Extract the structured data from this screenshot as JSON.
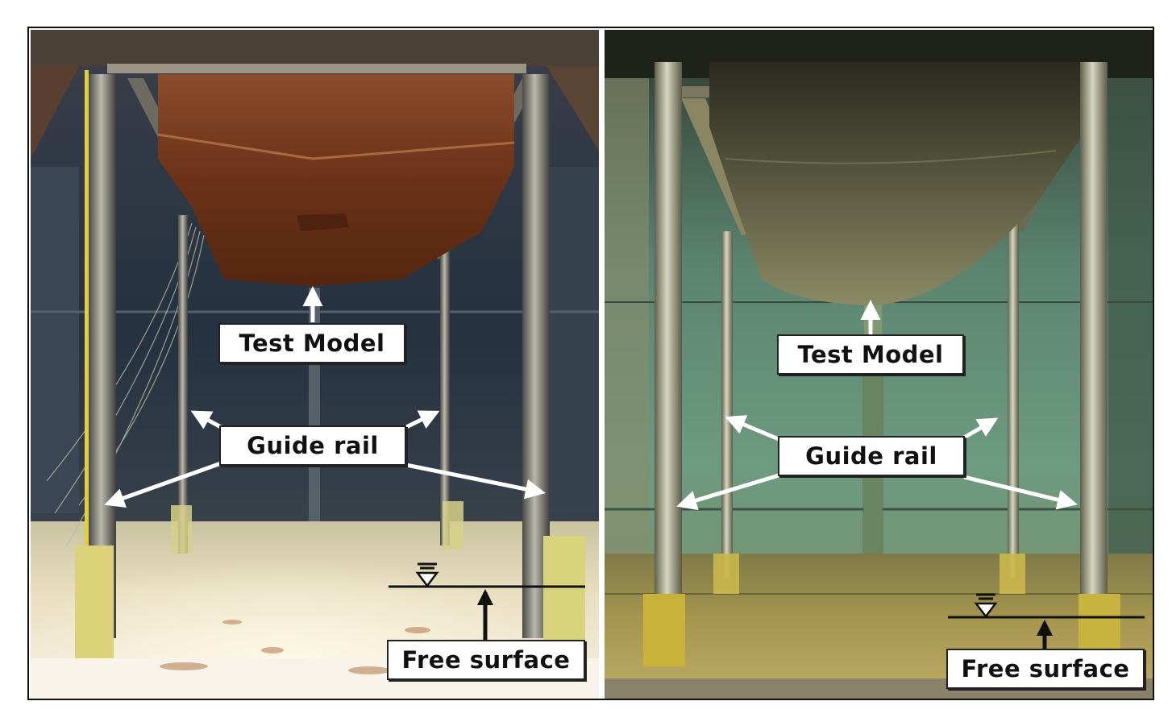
{
  "labels": {
    "test_model": "Test Model",
    "guide_rail": "Guide rail",
    "free_surface": "Free surface"
  },
  "colors": {
    "left_model": "#7a3a1d",
    "left_background": "#2a3644",
    "left_floor": "#e9d9b8",
    "right_model": "#5b5a3b",
    "right_background": "#4c7360",
    "right_water": "#9c8a4a",
    "rail": "#8a8a7a",
    "rail_base": "#d9d36a",
    "arrow_white": "#ffffff",
    "arrow_black": "#111111"
  },
  "icons": {
    "water_level": "free-surface-triangle-icon"
  }
}
